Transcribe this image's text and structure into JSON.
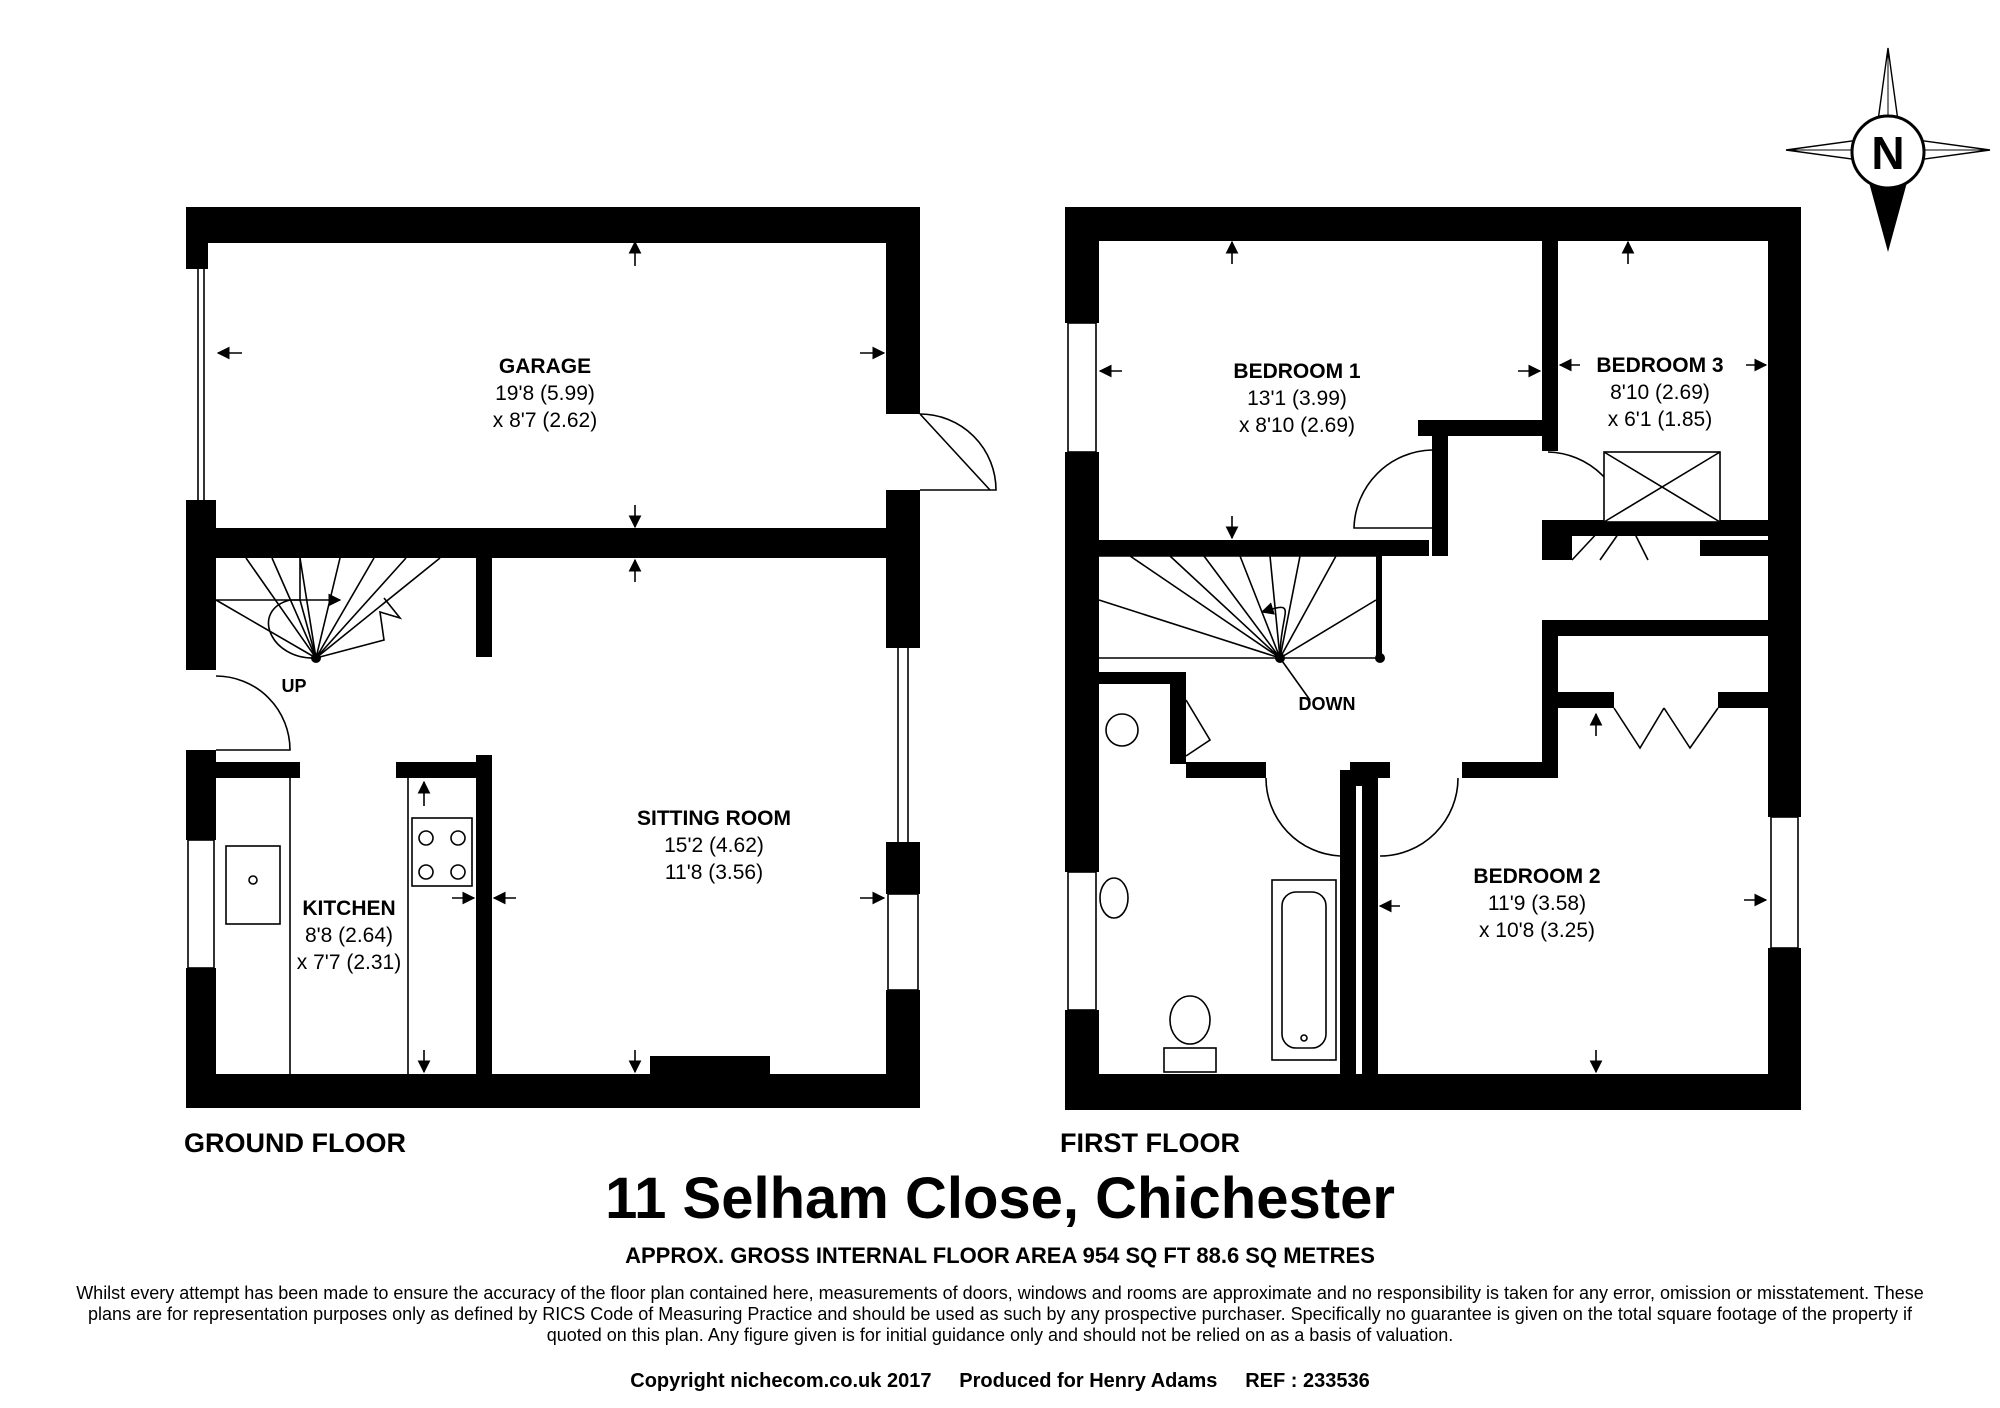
{
  "property_title": "11 Selham Close, Chichester",
  "floor_area": "APPROX. GROSS INTERNAL FLOOR AREA 954 SQ FT 88.6 SQ METRES",
  "disclaimer": "Whilst every attempt has been made to ensure the accuracy of the floor plan contained here, measurements of doors, windows and rooms are approximate and no responsibility is taken for any error, omission or misstatement. These plans are for representation purposes only as defined by RICS Code of Measuring Practice and should be used as such by any prospective purchaser.  Specifically no guarantee is given on the total square footage of the property if quoted on this plan. Any figure given is for initial guidance only and should not be relied on as a basis of valuation.",
  "copyright": "Copyright nichecom.co.uk 2017     Produced for Henry Adams     REF : 233536",
  "compass_label": "N",
  "ground_floor": {
    "label": "GROUND FLOOR",
    "stairs_label": "UP",
    "rooms": {
      "garage": {
        "name": "GARAGE",
        "dim1": "19'8 (5.99)",
        "dim2": "x 8'7 (2.62)"
      },
      "sitting_room": {
        "name": "SITTING ROOM",
        "dim1": "15'2 (4.62)",
        "dim2": "11'8 (3.56)"
      },
      "kitchen": {
        "name": "KITCHEN",
        "dim1": "8'8 (2.64)",
        "dim2": "x 7'7 (2.31)"
      }
    }
  },
  "first_floor": {
    "label": "FIRST FLOOR",
    "stairs_label": "DOWN",
    "rooms": {
      "bedroom1": {
        "name": "BEDROOM 1",
        "dim1": "13'1 (3.99)",
        "dim2": "x 8'10 (2.69)"
      },
      "bedroom3": {
        "name": "BEDROOM 3",
        "dim1": "8'10 (2.69)",
        "dim2": "x 6'1 (1.85)"
      },
      "bedroom2": {
        "name": "BEDROOM 2",
        "dim1": "11'9 (3.58)",
        "dim2": "x 10'8 (3.25)"
      }
    }
  }
}
